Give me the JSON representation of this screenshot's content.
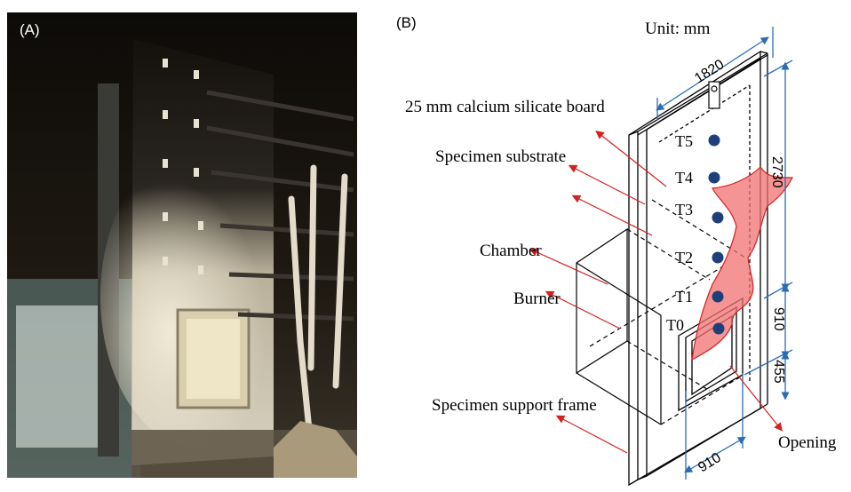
{
  "panels": {
    "a_label": "(A)",
    "b_label": "(B)"
  },
  "photo": {
    "description_icon": "burnt-facade-photo"
  },
  "diagram": {
    "unit": "Unit: mm",
    "annotations": {
      "board": "25 mm calcium silicate board",
      "substrate": "Specimen substrate",
      "chamber": "Chamber",
      "burner": "Burner",
      "support": "Specimen support frame",
      "opening": "Opening"
    },
    "thermocouples": [
      "T5",
      "T4",
      "T3",
      "T2",
      "T1",
      "T0"
    ],
    "dimensions": {
      "width": "1820",
      "height": "2730",
      "above_opening": "910",
      "opening_height": "455",
      "opening_width": "910"
    },
    "colors": {
      "dim_line": "#2a6db5",
      "arrow": "#d42020",
      "dot": "#1f3f7a",
      "flame": "#f07070"
    }
  }
}
